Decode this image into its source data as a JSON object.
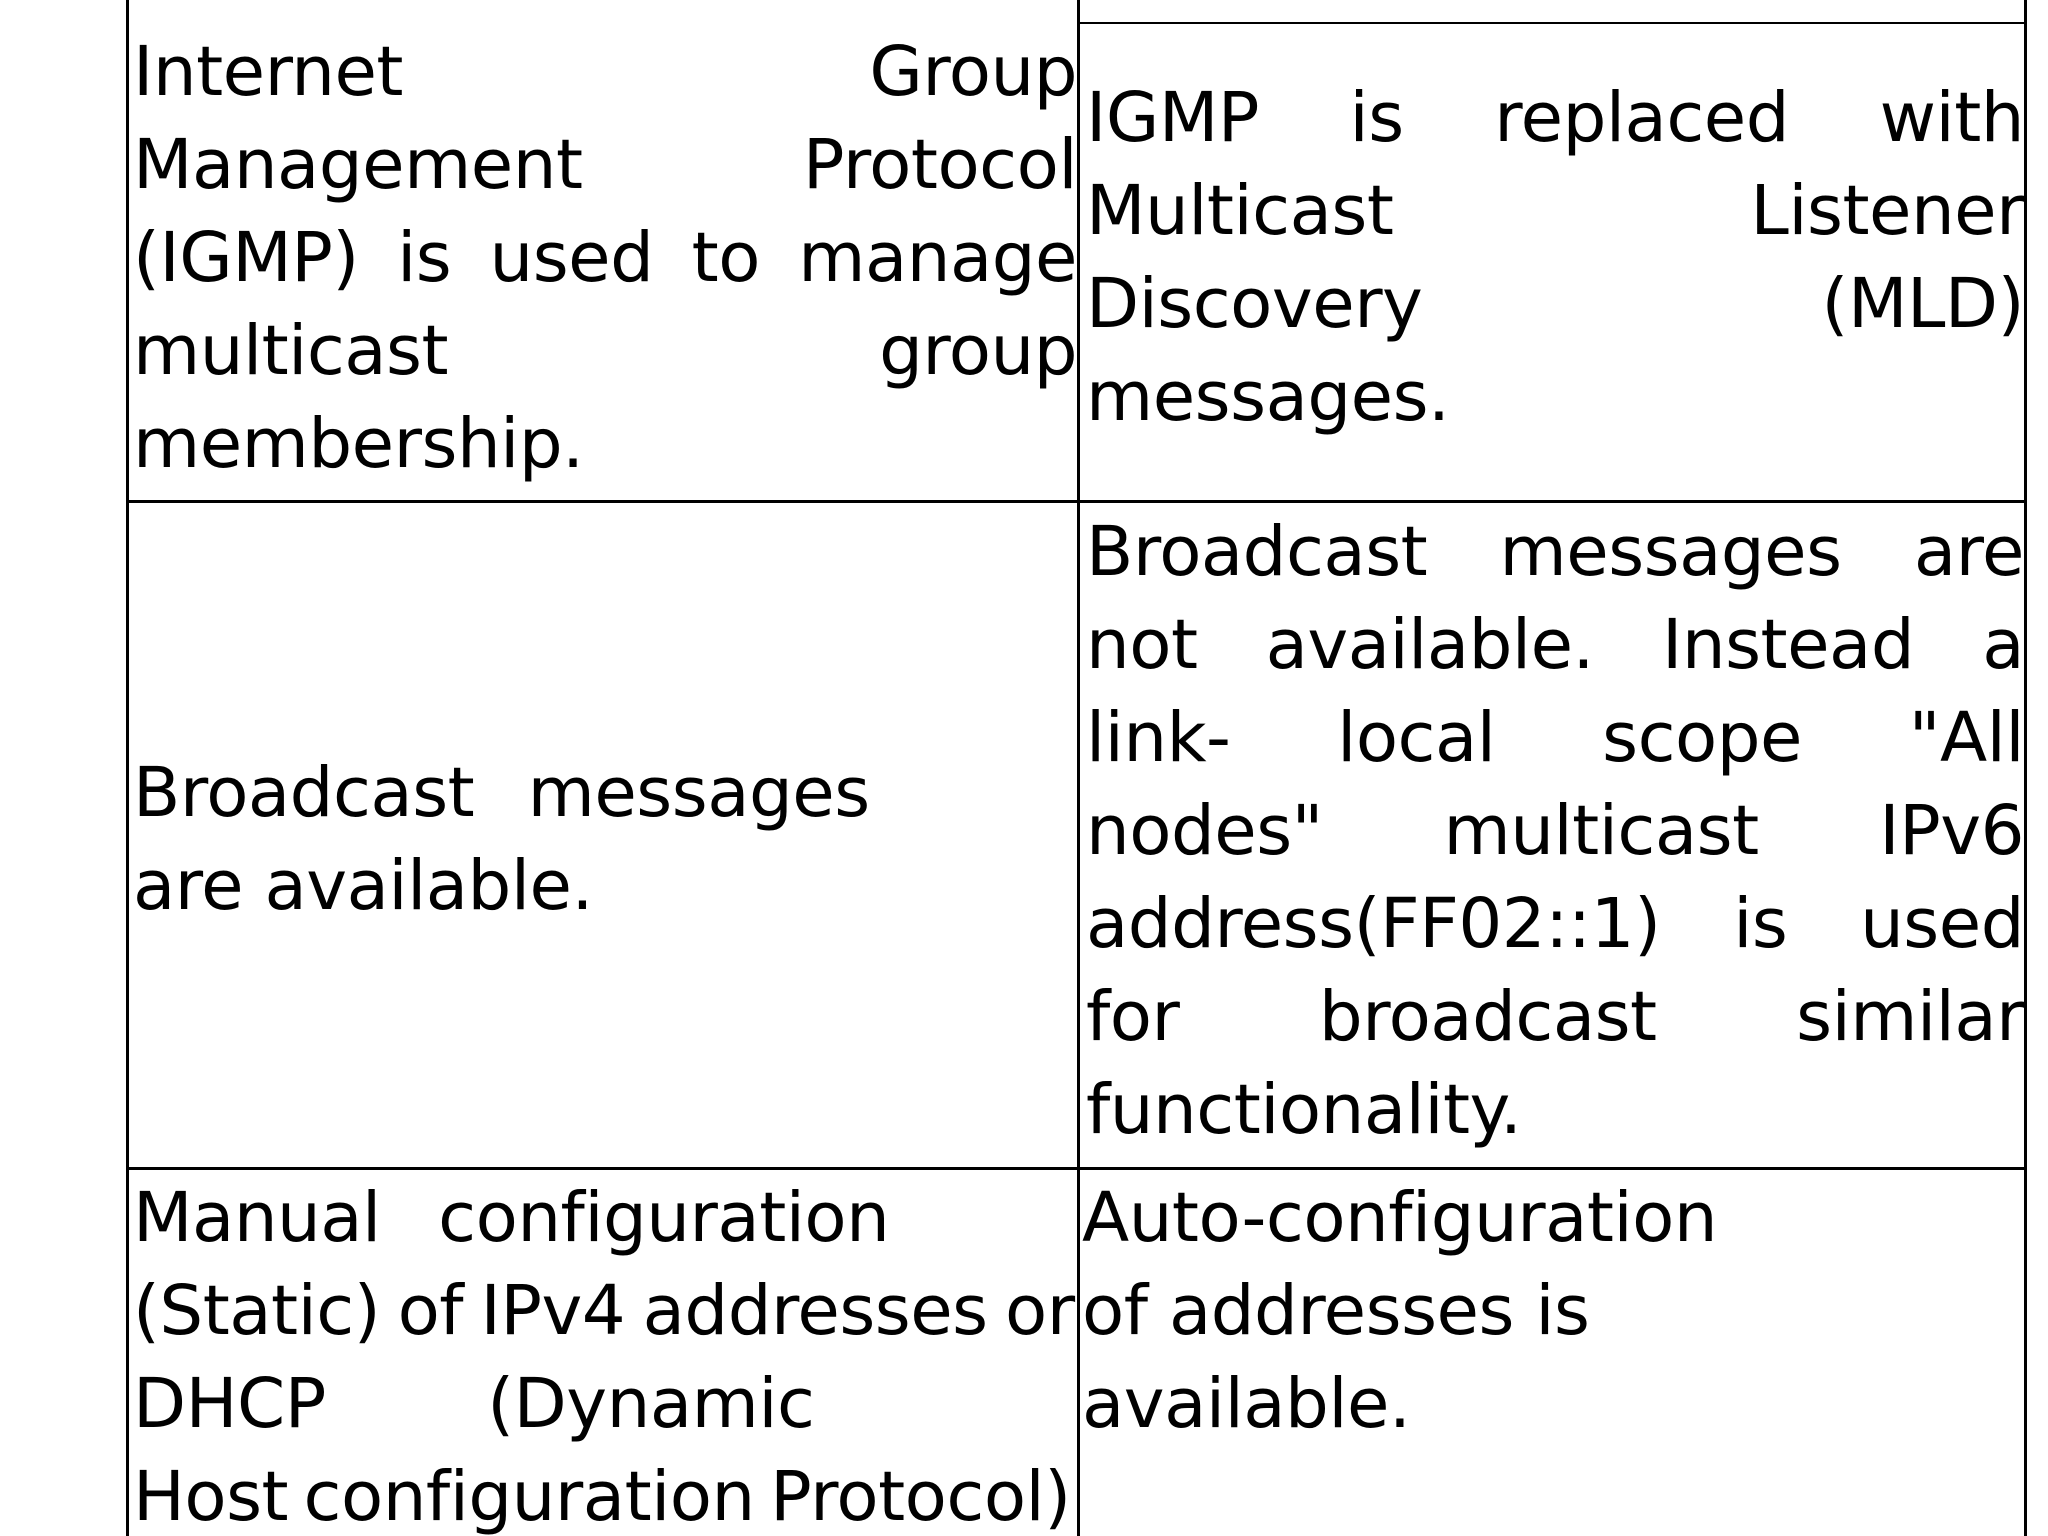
{
  "table": {
    "rows": [
      {
        "left": {
          "lines": [
            "Internet Group",
            "Management Protocol",
            "(IGMP) is used to manage",
            "multicast group",
            "membership."
          ]
        },
        "right": {
          "lines": [
            "IGMP is replaced with",
            "Multicast Listener",
            "Discovery (MLD) messages."
          ]
        }
      },
      {
        "left": {
          "lines": [
            "Broadcast messages",
            "are available."
          ]
        },
        "right": {
          "lines": [
            "Broadcast messages are",
            "not available. Instead a",
            "link- local scope \"All",
            "nodes\" multicast IPv6",
            "address(FF02::1) is used",
            "for broadcast similar",
            "functionality."
          ]
        }
      },
      {
        "left": {
          "lines": [
            "Manual configuration",
            "(Static) of IPv4 addresses or",
            "DHCP (Dynamic",
            "Host configuration Protocol)"
          ]
        },
        "right": {
          "lines": [
            "Auto-configuration",
            "of addresses is",
            "available."
          ]
        }
      }
    ]
  }
}
